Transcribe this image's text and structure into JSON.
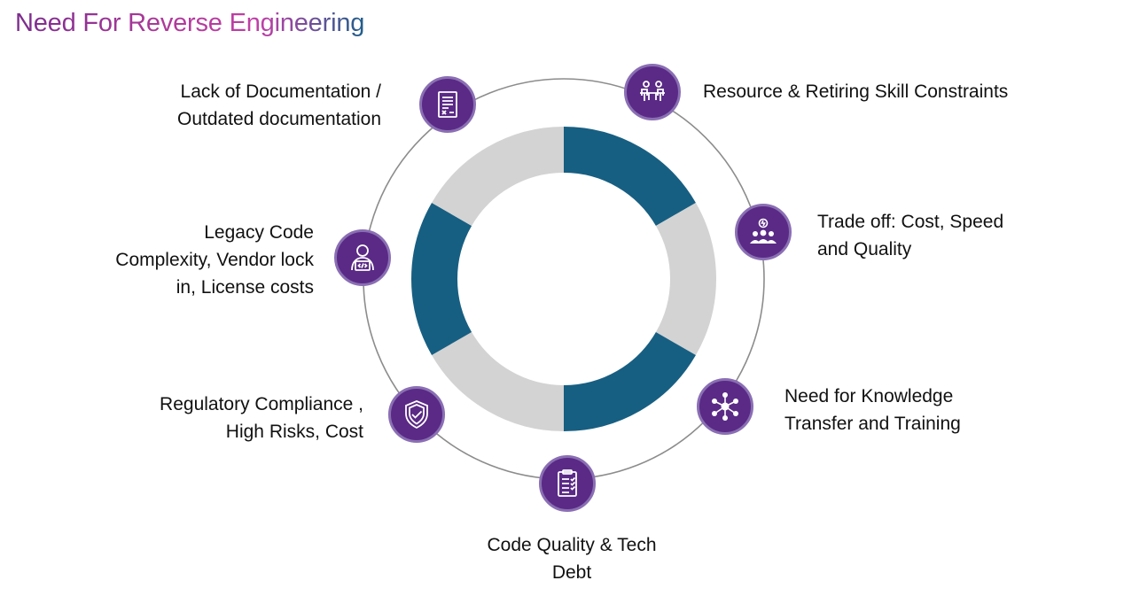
{
  "title": "Need For Reverse Engineering",
  "colors": {
    "node_fill": "#5a2a86",
    "node_border": "#8a6fb3",
    "ring_teal": "#175f82",
    "ring_gray": "#d3d3d3",
    "outer_circle": "#8c8c8c"
  },
  "items": [
    {
      "lines": [
        "Resource & Retiring Skill Constraints"
      ],
      "icon": "meeting-table-icon"
    },
    {
      "lines": [
        "Trade off: Cost, Speed",
        "and Quality"
      ],
      "icon": "team-idea-icon"
    },
    {
      "lines": [
        "Need for Knowledge",
        "Transfer and Training"
      ],
      "icon": "network-hub-icon"
    },
    {
      "lines": [
        "Code Quality & Tech",
        "Debt"
      ],
      "icon": "checklist-clipboard-icon"
    },
    {
      "lines": [
        "Regulatory Compliance ,",
        "High Risks, Cost"
      ],
      "icon": "shield-check-icon"
    },
    {
      "lines": [
        "Legacy Code",
        "Complexity, Vendor lock",
        "in, License costs"
      ],
      "icon": "developer-laptop-icon"
    },
    {
      "lines": [
        "Lack of Documentation /",
        "Outdated documentation"
      ],
      "icon": "document-icon"
    }
  ]
}
